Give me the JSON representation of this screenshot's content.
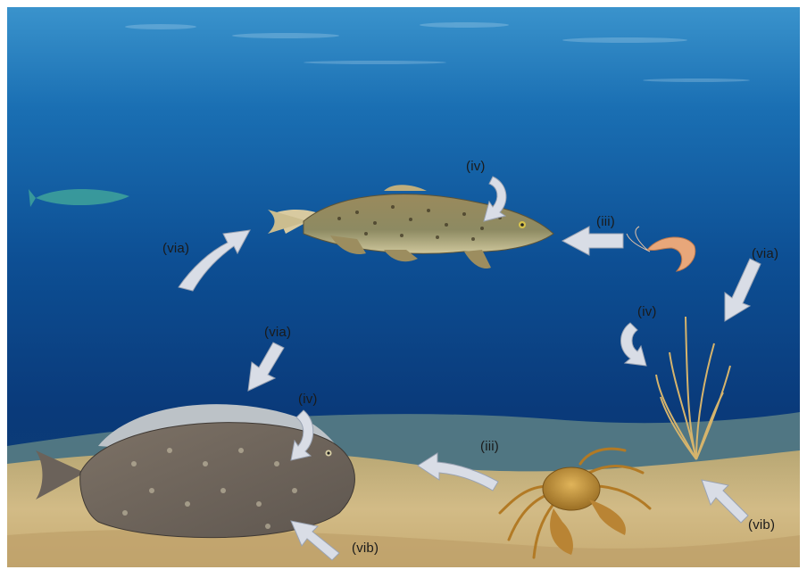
{
  "labels": {
    "via_left": "(via)",
    "via_right": "(via)",
    "via_middle": "(via)",
    "iv_trout": "(iv)",
    "iv_plant": "(iv)",
    "iv_flounder": "(iv)",
    "iii_shrimp": "(iii)",
    "iii_crab": "(iii)",
    "vib_flounder": "(vib)",
    "vib_plant": "(vib)"
  },
  "colors": {
    "sea_top": "#2f86c4",
    "sea_mid": "#0f4f92",
    "sea_deep": "#072e6a",
    "seabed": "#c9b07a",
    "arrow": "#d9dde6"
  }
}
